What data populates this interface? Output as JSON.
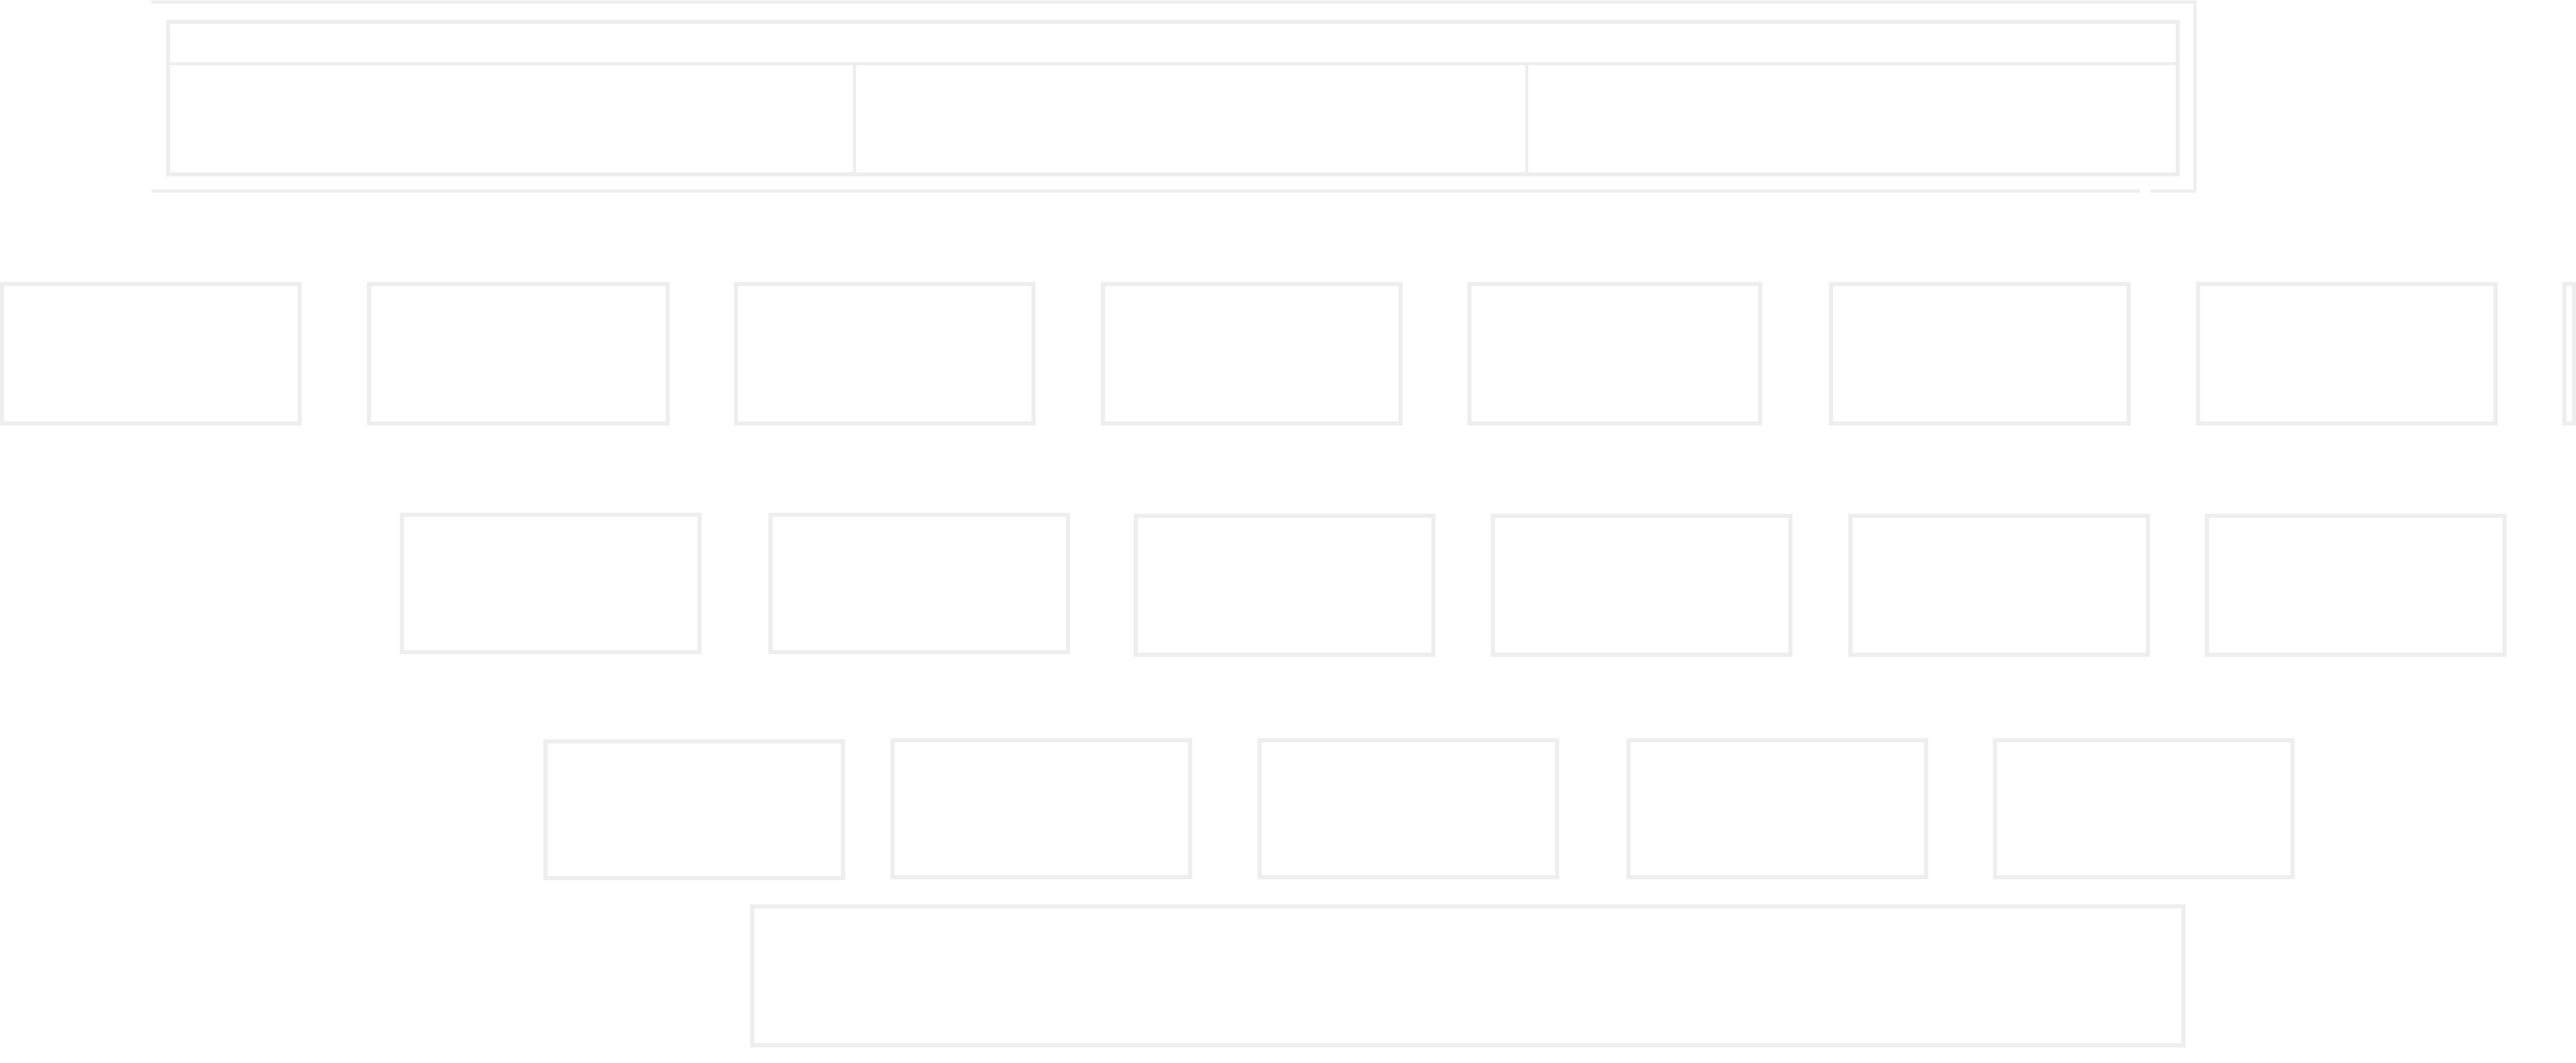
{
  "diagram": {
    "type": "hierarchy-wireframe",
    "stroke_color": "#eeeeee",
    "background_color": "#ffffff",
    "header": {
      "row_cells": 3
    },
    "rows": [
      {
        "box_count": 8
      },
      {
        "box_count": 6
      },
      {
        "box_count": 5
      },
      {
        "box_count": 1
      }
    ]
  }
}
